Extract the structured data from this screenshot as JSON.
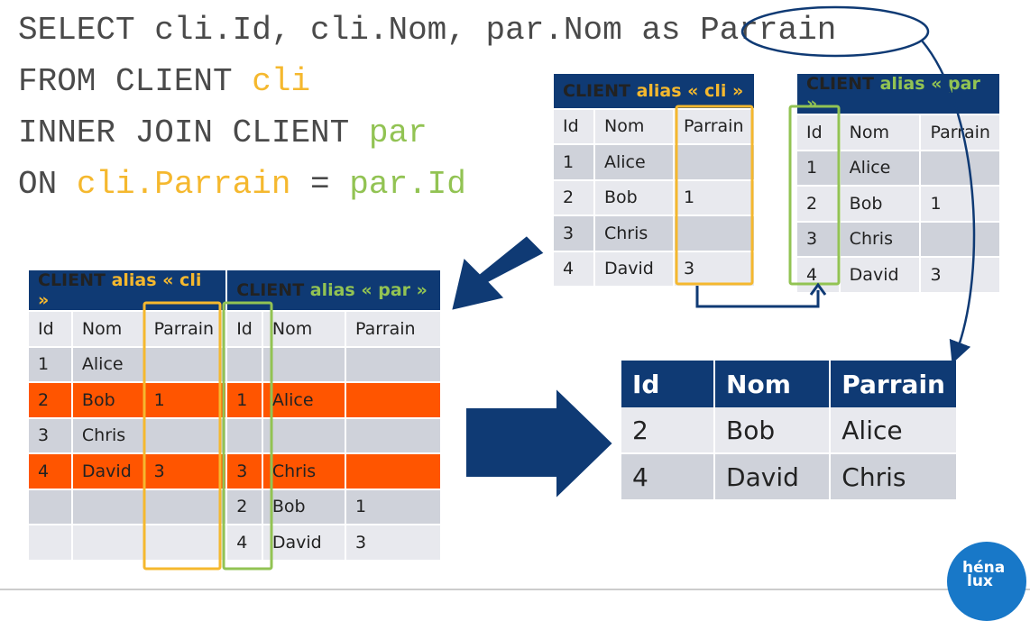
{
  "sql": {
    "line1": "SELECT cli.Id, cli.Nom, par.Nom as Parrain",
    "line2_kw": "FROM CLIENT ",
    "line2_alias": "cli",
    "line3_kw": "INNER JOIN CLIENT ",
    "line3_alias": "par",
    "line4_kw": "ON ",
    "line4_left": "cli.Parrain",
    "line4_eq": " = ",
    "line4_right": "par.Id"
  },
  "table_cli": {
    "title_prefix": "CLIENT ",
    "title_alias": "alias « cli »",
    "columns": [
      "Id",
      "Nom",
      "Parrain"
    ],
    "rows": [
      [
        "1",
        "Alice",
        ""
      ],
      [
        "2",
        "Bob",
        "1"
      ],
      [
        "3",
        "Chris",
        ""
      ],
      [
        "4",
        "David",
        "3"
      ]
    ]
  },
  "table_par": {
    "title_prefix": "CLIENT ",
    "title_alias": "alias « par »",
    "columns": [
      "Id",
      "Nom",
      "Parrain"
    ],
    "rows": [
      [
        "1",
        "Alice",
        ""
      ],
      [
        "2",
        "Bob",
        "1"
      ],
      [
        "3",
        "Chris",
        ""
      ],
      [
        "4",
        "David",
        "3"
      ]
    ]
  },
  "join_table": {
    "title_cli_prefix": "CLIENT ",
    "title_cli_alias": "alias « cli »",
    "title_par_prefix": "CLIENT ",
    "title_par_alias": "alias « par »",
    "columns": [
      "Id",
      "Nom",
      "Parrain",
      "Id",
      "Nom",
      "Parrain"
    ],
    "rows": [
      [
        "1",
        "Alice",
        "",
        "",
        "",
        ""
      ],
      [
        "2",
        "Bob",
        "1",
        "1",
        "Alice",
        ""
      ],
      [
        "3",
        "Chris",
        "",
        "",
        "",
        ""
      ],
      [
        "4",
        "David",
        "3",
        "3",
        "Chris",
        ""
      ],
      [
        "",
        "",
        "",
        "2",
        "Bob",
        "1"
      ],
      [
        "",
        "",
        "",
        "4",
        "David",
        "3"
      ]
    ],
    "highlight_rows": [
      1,
      3
    ]
  },
  "result_table": {
    "columns": [
      "Id",
      "Nom",
      "Parrain"
    ],
    "rows": [
      [
        "2",
        "Bob",
        "Alice"
      ],
      [
        "4",
        "David",
        "Chris"
      ]
    ]
  },
  "logo": {
    "line1": "héna",
    "line2": "lux"
  },
  "colors": {
    "header": "#0F3A74",
    "alias_cli": "#F5B82E",
    "alias_par": "#92C353",
    "highlight": "#FF5500",
    "row_dark": "#CFD2DA",
    "row_light": "#E8E9EE",
    "logo": "#1878C8"
  }
}
